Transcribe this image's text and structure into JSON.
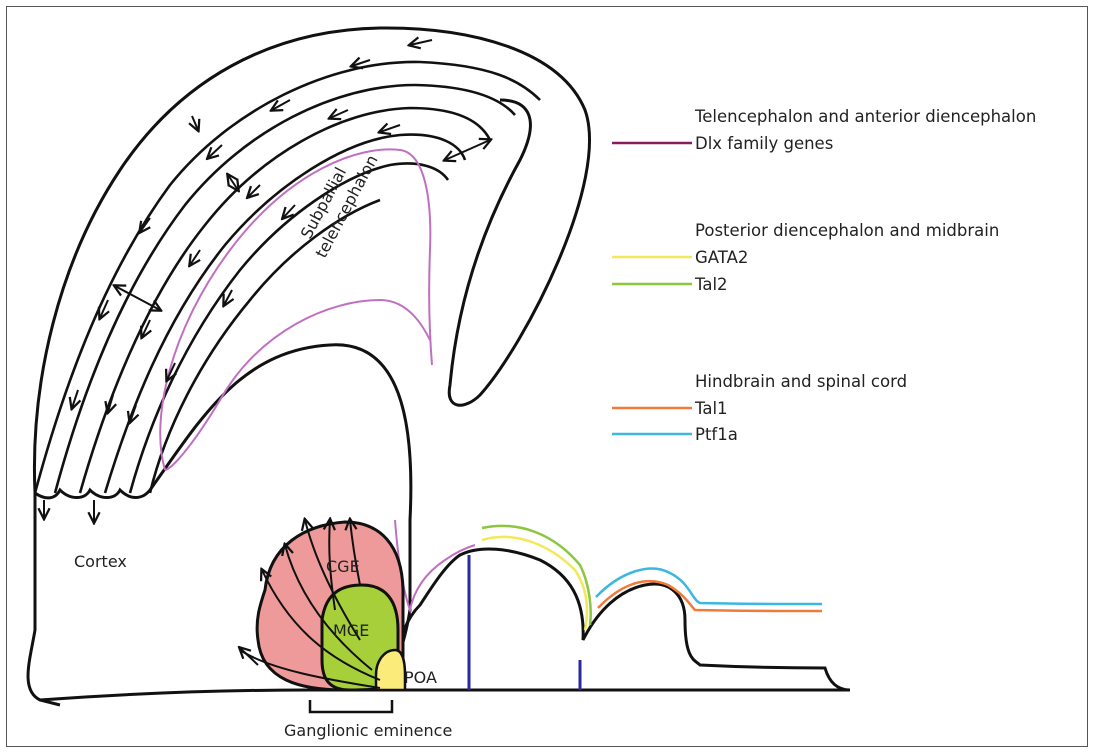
{
  "labels": {
    "subpallial_line1": "Subpallial",
    "subpallial_line2": "telencephalon",
    "cortex": "Cortex",
    "cge": "CGE",
    "mge": "MGE",
    "poa": "POA",
    "ganglionic_eminence": "Ganglionic eminence"
  },
  "legend": {
    "groups": [
      {
        "title": "Telencephalon and anterior diencephalon",
        "items": [
          {
            "label": "Dlx family genes",
            "color": "#8b1a5c"
          }
        ]
      },
      {
        "title": "Posterior diencephalon and midbrain",
        "items": [
          {
            "label": "GATA2",
            "color": "#f2e85a"
          },
          {
            "label": "Tal2",
            "color": "#8cc63f"
          }
        ]
      },
      {
        "title": "Hindbrain and spinal cord",
        "items": [
          {
            "label": "Tal1",
            "color": "#f07a3a"
          },
          {
            "label": "Ptf1a",
            "color": "#3bb7e0"
          }
        ]
      }
    ]
  },
  "colors": {
    "cge_fill": "#ef9a9a",
    "mge_fill": "#a6cf3a",
    "poa_fill": "#fbeb7a",
    "outline": "#111111",
    "dlx_line": "#c070c0",
    "boundary_line": "#2a2aa0"
  }
}
